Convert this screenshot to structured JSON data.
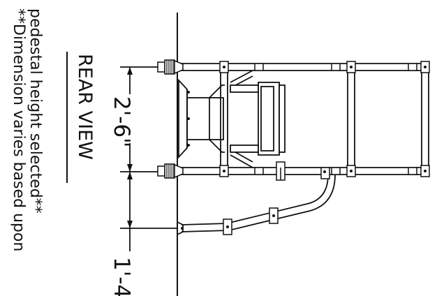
{
  "title": "REAR VIEW",
  "dimensions": {
    "top_width": "2'-6\"",
    "bottom_width": "1'-4\""
  },
  "note": {
    "line1": "**Dimension varies based upon",
    "line2": "pedestal height selected**"
  },
  "colors": {
    "ink": "#111111",
    "background": "#ffffff"
  }
}
